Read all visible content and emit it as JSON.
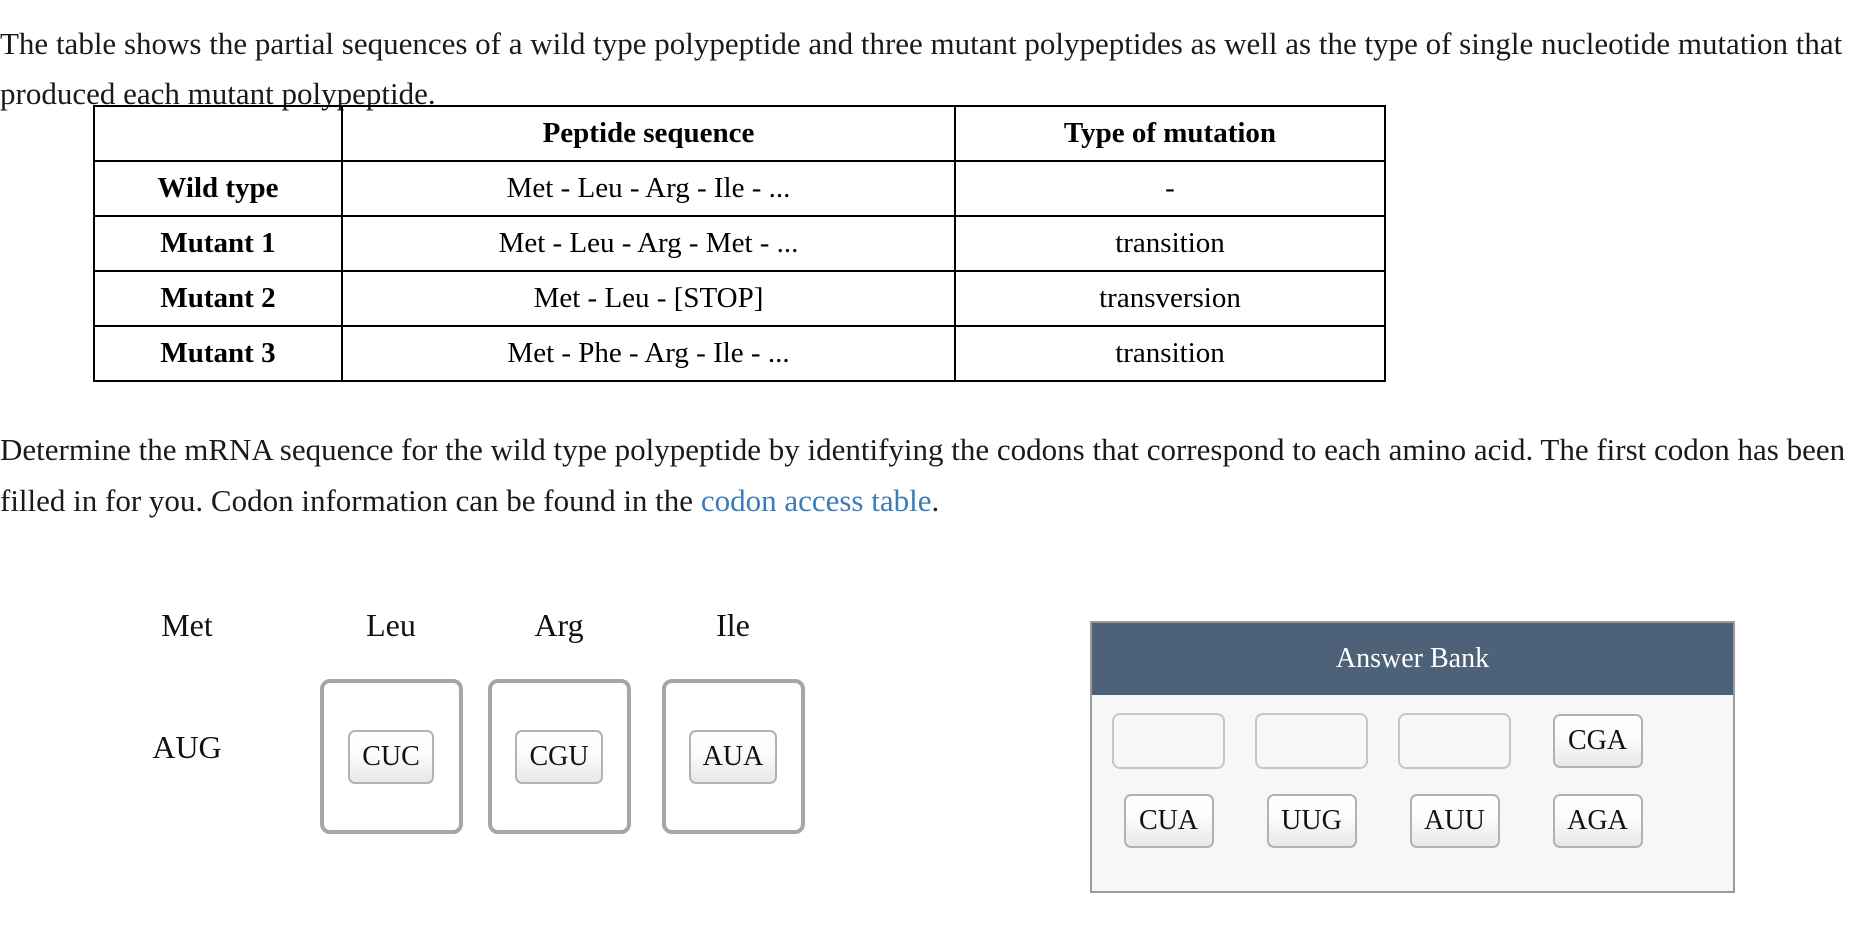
{
  "intro": {
    "text": "The table shows the partial sequences of a wild type polypeptide and three mutant polypeptides as well as the type of single nucleotide mutation that produced each mutant polypeptide."
  },
  "table": {
    "headers": [
      "",
      "Peptide sequence",
      "Type of mutation"
    ],
    "rows": [
      {
        "label": "Wild type",
        "sequence": "Met - Leu - Arg - Ile - ...",
        "mutation": "-"
      },
      {
        "label": "Mutant 1",
        "sequence": "Met - Leu - Arg - Met - ...",
        "mutation": "transition"
      },
      {
        "label": "Mutant 2",
        "sequence": "Met - Leu - [STOP]",
        "mutation": "transversion"
      },
      {
        "label": "Mutant 3",
        "sequence": "Met - Phe - Arg - Ile - ...",
        "mutation": "transition"
      }
    ]
  },
  "instruction": {
    "part1": "Determine the mRNA sequence for the wild type polypeptide by identifying the codons that correspond to each amino acid. The first codon has been filled in for you. Codon information can be found in the ",
    "link": "codon access table",
    "part2": "."
  },
  "matching": {
    "columns": [
      {
        "amino_acid": "Met",
        "fixed_codon": "AUG",
        "has_dropzone": false,
        "placed_tile": ""
      },
      {
        "amino_acid": "Leu",
        "fixed_codon": "",
        "has_dropzone": true,
        "placed_tile": "CUC"
      },
      {
        "amino_acid": "Arg",
        "fixed_codon": "",
        "has_dropzone": true,
        "placed_tile": "CGU"
      },
      {
        "amino_acid": "Ile",
        "fixed_codon": "",
        "has_dropzone": true,
        "placed_tile": "AUA"
      }
    ]
  },
  "answer_bank": {
    "title": "Answer Bank",
    "header_color": "#4d6179",
    "rows": [
      [
        {
          "label": "",
          "empty": true
        },
        {
          "label": "",
          "empty": true
        },
        {
          "label": "",
          "empty": true
        },
        {
          "label": "CGA",
          "empty": false
        }
      ],
      [
        {
          "label": "CUA",
          "empty": false
        },
        {
          "label": "UUG",
          "empty": false
        },
        {
          "label": "AUU",
          "empty": false
        },
        {
          "label": "AGA",
          "empty": false
        }
      ]
    ]
  }
}
